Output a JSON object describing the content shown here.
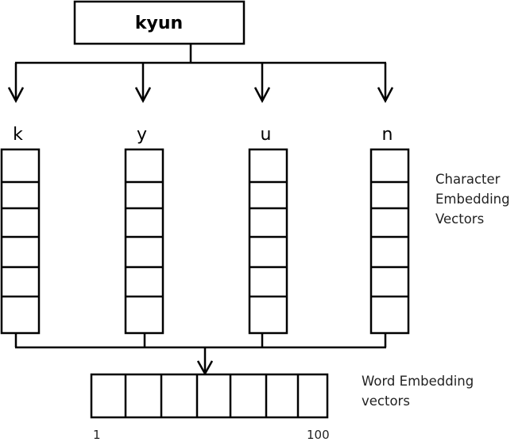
{
  "root_word": "kyun",
  "characters": [
    {
      "char": "k",
      "cells": 6
    },
    {
      "char": "y",
      "cells": 6
    },
    {
      "char": "u",
      "cells": 6
    },
    {
      "char": "n",
      "cells": 6
    }
  ],
  "labels": {
    "char_embedding": [
      "Character",
      "Embedding",
      "Vectors"
    ],
    "word_embedding": [
      "Word Embedding",
      "vectors"
    ]
  },
  "word_vector": {
    "cells": 7,
    "start_index": "1",
    "end_index": "100"
  }
}
